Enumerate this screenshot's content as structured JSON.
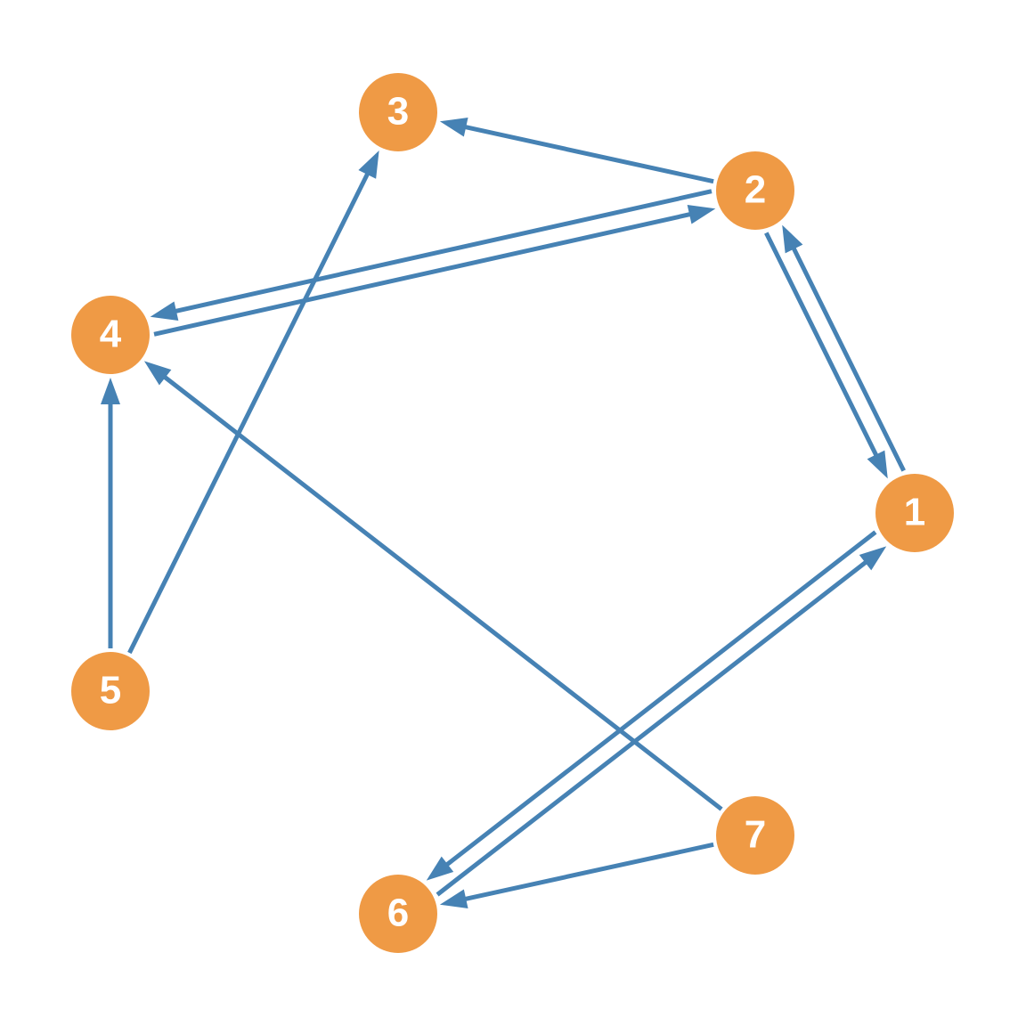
{
  "graph": {
    "directed": true,
    "node_color": "#ef9a45",
    "edge_color": "#4682b4",
    "nodes": [
      {
        "id": "1",
        "label": "1"
      },
      {
        "id": "2",
        "label": "2"
      },
      {
        "id": "3",
        "label": "3"
      },
      {
        "id": "4",
        "label": "4"
      },
      {
        "id": "5",
        "label": "5"
      },
      {
        "id": "6",
        "label": "6"
      },
      {
        "id": "7",
        "label": "7"
      }
    ],
    "edges": [
      {
        "from": "1",
        "to": "2"
      },
      {
        "from": "2",
        "to": "1"
      },
      {
        "from": "2",
        "to": "3"
      },
      {
        "from": "2",
        "to": "4"
      },
      {
        "from": "4",
        "to": "2"
      },
      {
        "from": "5",
        "to": "3"
      },
      {
        "from": "5",
        "to": "4"
      },
      {
        "from": "1",
        "to": "6"
      },
      {
        "from": "6",
        "to": "1"
      },
      {
        "from": "7",
        "to": "6"
      },
      {
        "from": "7",
        "to": "4"
      }
    ]
  }
}
